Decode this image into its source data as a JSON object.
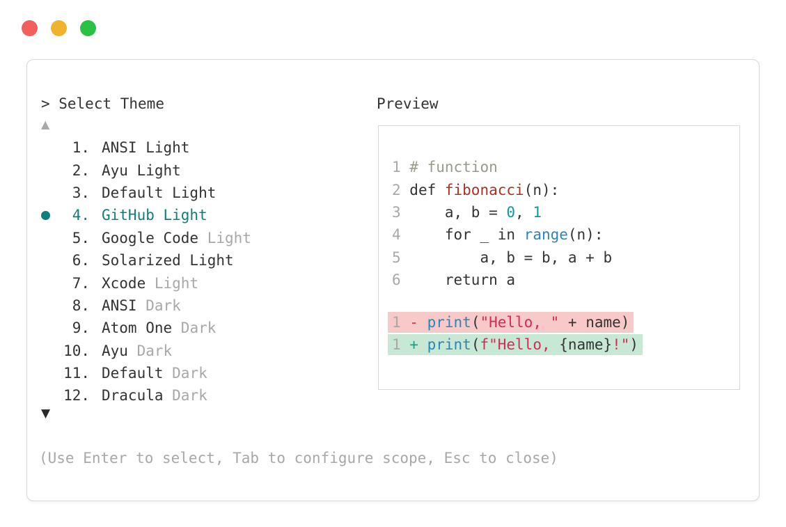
{
  "colors": {
    "traffic_red": "#f25f5c",
    "traffic_yellow": "#f1b32b",
    "traffic_green": "#2bc145",
    "text": "#333333",
    "muted": "#a8a8a8",
    "accent": "#0e8079",
    "comment": "#9a9a8c",
    "func": "#a93226",
    "builtin": "#2a85b8",
    "number": "#0f97a1",
    "string": "#d62a55",
    "del": "#cb3b52",
    "add": "#16a085",
    "del_bg": "#f8c9c9",
    "add_bg": "#c8e8d6",
    "border": "#d8d8d8"
  },
  "header": {
    "prompt": ">",
    "title": "Select Theme"
  },
  "theme_list": {
    "scroll_up_indicator": "▲",
    "scroll_down_indicator": "▼",
    "items": [
      {
        "number": "1.",
        "name": "ANSI Light",
        "muted_suffix": "",
        "selected": false
      },
      {
        "number": "2.",
        "name": "Ayu Light",
        "muted_suffix": "",
        "selected": false
      },
      {
        "number": "3.",
        "name": "Default Light",
        "muted_suffix": "",
        "selected": false
      },
      {
        "number": "4.",
        "name": "GitHub Light",
        "muted_suffix": "",
        "selected": true
      },
      {
        "number": "5.",
        "name": "Google Code",
        "muted_suffix": "Light",
        "selected": false
      },
      {
        "number": "6.",
        "name": "Solarized Light",
        "muted_suffix": "",
        "selected": false
      },
      {
        "number": "7.",
        "name": "Xcode",
        "muted_suffix": "Light",
        "selected": false
      },
      {
        "number": "8.",
        "name": "ANSI",
        "muted_suffix": "Dark",
        "selected": false
      },
      {
        "number": "9.",
        "name": "Atom One",
        "muted_suffix": "Dark",
        "selected": false
      },
      {
        "number": "10.",
        "name": "Ayu",
        "muted_suffix": "Dark",
        "selected": false
      },
      {
        "number": "11.",
        "name": "Default",
        "muted_suffix": "Dark",
        "selected": false
      },
      {
        "number": "12.",
        "name": "Dracula",
        "muted_suffix": "Dark",
        "selected": false
      }
    ]
  },
  "preview": {
    "label": "Preview",
    "lines": [
      {
        "num": "1",
        "tokens": [
          {
            "t": "# function",
            "y": "comment"
          }
        ]
      },
      {
        "num": "2",
        "tokens": [
          {
            "t": "def ",
            "y": "plain"
          },
          {
            "t": "fibonacci",
            "y": "func"
          },
          {
            "t": "(n):",
            "y": "plain"
          }
        ]
      },
      {
        "num": "3",
        "tokens": [
          {
            "t": "    a, b = ",
            "y": "plain"
          },
          {
            "t": "0",
            "y": "number"
          },
          {
            "t": ", ",
            "y": "plain"
          },
          {
            "t": "1",
            "y": "number"
          }
        ]
      },
      {
        "num": "4",
        "tokens": [
          {
            "t": "    for _ in ",
            "y": "plain"
          },
          {
            "t": "range",
            "y": "builtin"
          },
          {
            "t": "(n):",
            "y": "plain"
          }
        ]
      },
      {
        "num": "5",
        "tokens": [
          {
            "t": "        a, b = b, a + b",
            "y": "plain"
          }
        ]
      },
      {
        "num": "6",
        "tokens": [
          {
            "t": "    return a",
            "y": "plain"
          }
        ]
      },
      {
        "spacer": true
      },
      {
        "num": "1",
        "diff": "deleted",
        "tokens": [
          {
            "t": "- ",
            "y": "del"
          },
          {
            "t": "print",
            "y": "builtin"
          },
          {
            "t": "(",
            "y": "plain"
          },
          {
            "t": "\"Hello, \"",
            "y": "string"
          },
          {
            "t": " + name)",
            "y": "plain"
          }
        ]
      },
      {
        "num": "1",
        "diff": "added",
        "tokens": [
          {
            "t": "+ ",
            "y": "add"
          },
          {
            "t": "print",
            "y": "builtin"
          },
          {
            "t": "(",
            "y": "plain"
          },
          {
            "t": "f\"Hello, ",
            "y": "string"
          },
          {
            "t": "{name}",
            "y": "plain"
          },
          {
            "t": "!\"",
            "y": "string"
          },
          {
            "t": ")",
            "y": "plain"
          }
        ]
      }
    ]
  },
  "footer": {
    "hint": "(Use Enter to select, Tab to configure scope, Esc to close)"
  }
}
